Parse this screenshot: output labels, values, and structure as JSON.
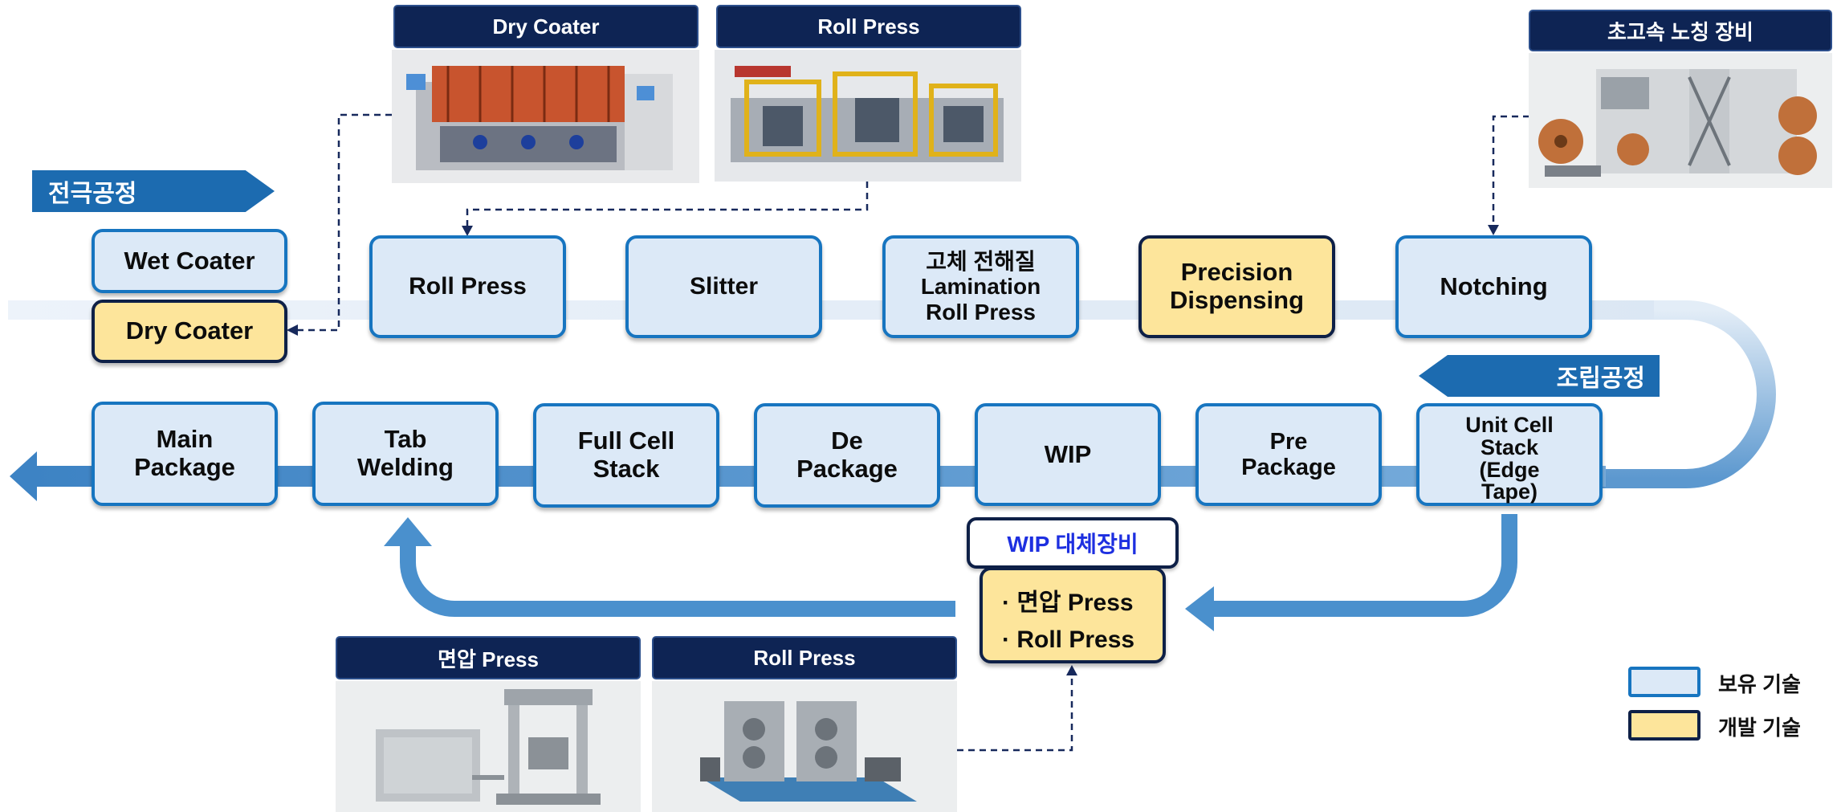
{
  "colors": {
    "owned_fill": "#dce9f7",
    "owned_border": "#1775c0",
    "dev_fill": "#fde59b",
    "dev_border": "#0e2047",
    "navy": "#0e2454",
    "flow_blue": "#4a90cd",
    "tag_blue": "#1c6bb0"
  },
  "tags": {
    "electrode": "전극공정",
    "assembly": "조립공정"
  },
  "photos": {
    "dry_coater": "Dry Coater",
    "roll_press_top": "Roll Press",
    "notching_machine": "초고속 노칭 장비",
    "face_press": "면압 Press",
    "roll_press_bottom": "Roll Press"
  },
  "electrode_steps": {
    "wet_coater": "Wet Coater",
    "dry_coater": "Dry Coater",
    "roll_press": "Roll Press",
    "slitter": "Slitter",
    "lamination": "고체 전해질\nLamination\nRoll Press",
    "precision": "Precision\nDispensing",
    "notching": "Notching"
  },
  "assembly_steps": {
    "main_package": "Main\nPackage",
    "tab_welding": "Tab\nWelding",
    "full_cell_stack": "Full Cell\nStack",
    "de_package": "De\nPackage",
    "wip": "WIP",
    "pre_package": "Pre\nPackage",
    "unit_cell": "Unit Cell\nStack\n(Edge\nTape)"
  },
  "wip_alt": {
    "title": "WIP 대체장비",
    "items": [
      "· 면압 Press",
      "· Roll Press"
    ]
  },
  "legend": {
    "owned": "보유 기술",
    "dev": "개발 기술"
  }
}
